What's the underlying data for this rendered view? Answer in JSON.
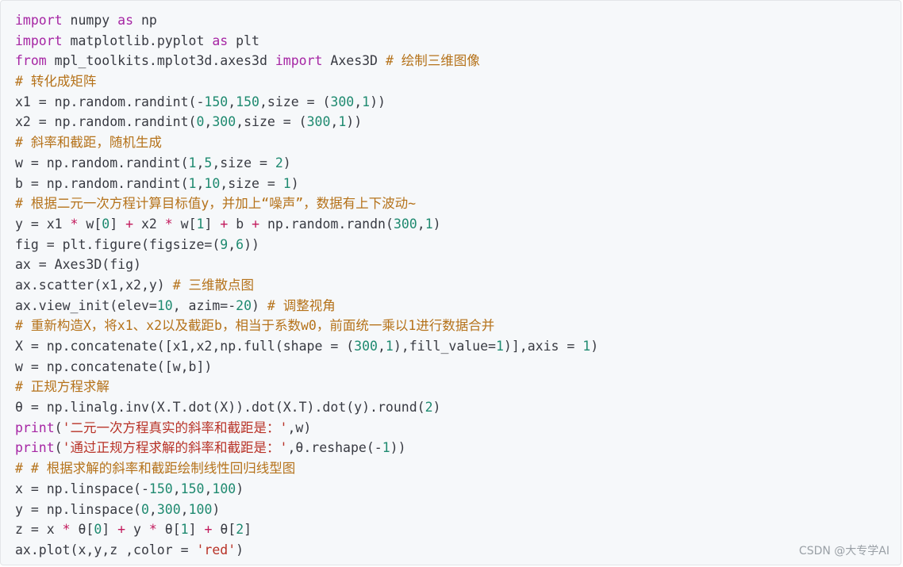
{
  "colors": {
    "background": "#f6f8fa",
    "keyword": "#a626a4",
    "comment": "#b5721a",
    "number": "#1f8a70",
    "string": "#b83227",
    "operator": "#c2185b",
    "plain": "#383a42"
  },
  "code_lines": [
    [
      [
        "k",
        "import"
      ],
      [
        "p",
        " numpy "
      ],
      [
        "k",
        "as"
      ],
      [
        "p",
        " np"
      ]
    ],
    [
      [
        "k",
        "import"
      ],
      [
        "p",
        " matplotlib.pyplot "
      ],
      [
        "k",
        "as"
      ],
      [
        "p",
        " plt"
      ]
    ],
    [
      [
        "k",
        "from"
      ],
      [
        "p",
        " mpl_toolkits.mplot3d.axes3d "
      ],
      [
        "k",
        "import"
      ],
      [
        "p",
        " Axes3D "
      ],
      [
        "c",
        "# 绘制三维图像"
      ]
    ],
    [
      [
        "c",
        "# 转化成矩阵"
      ]
    ],
    [
      [
        "p",
        "x1 = np.random.randint(-"
      ],
      [
        "n",
        "150"
      ],
      [
        "p",
        ","
      ],
      [
        "n",
        "150"
      ],
      [
        "p",
        ",size = ("
      ],
      [
        "n",
        "300"
      ],
      [
        "p",
        ","
      ],
      [
        "n",
        "1"
      ],
      [
        "p",
        "))"
      ]
    ],
    [
      [
        "p",
        "x2 = np.random.randint("
      ],
      [
        "n",
        "0"
      ],
      [
        "p",
        ","
      ],
      [
        "n",
        "300"
      ],
      [
        "p",
        ",size = ("
      ],
      [
        "n",
        "300"
      ],
      [
        "p",
        ","
      ],
      [
        "n",
        "1"
      ],
      [
        "p",
        "))"
      ]
    ],
    [
      [
        "c",
        "# 斜率和截距，随机生成"
      ]
    ],
    [
      [
        "p",
        "w = np.random.randint("
      ],
      [
        "n",
        "1"
      ],
      [
        "p",
        ","
      ],
      [
        "n",
        "5"
      ],
      [
        "p",
        ",size = "
      ],
      [
        "n",
        "2"
      ],
      [
        "p",
        ")"
      ]
    ],
    [
      [
        "p",
        "b = np.random.randint("
      ],
      [
        "n",
        "1"
      ],
      [
        "p",
        ","
      ],
      [
        "n",
        "10"
      ],
      [
        "p",
        ",size = "
      ],
      [
        "n",
        "1"
      ],
      [
        "p",
        ")"
      ]
    ],
    [
      [
        "c",
        "# 根据二元一次方程计算目标值y，并加上“噪声”，数据有上下波动~"
      ]
    ],
    [
      [
        "p",
        "y = x1 "
      ],
      [
        "o",
        "*"
      ],
      [
        "p",
        " w["
      ],
      [
        "n",
        "0"
      ],
      [
        "p",
        "] "
      ],
      [
        "o",
        "+"
      ],
      [
        "p",
        " x2 "
      ],
      [
        "o",
        "*"
      ],
      [
        "p",
        " w["
      ],
      [
        "n",
        "1"
      ],
      [
        "p",
        "] "
      ],
      [
        "o",
        "+"
      ],
      [
        "p",
        " b "
      ],
      [
        "o",
        "+"
      ],
      [
        "p",
        " np.random.randn("
      ],
      [
        "n",
        "300"
      ],
      [
        "p",
        ","
      ],
      [
        "n",
        "1"
      ],
      [
        "p",
        ")"
      ]
    ],
    [
      [
        "p",
        "fig = plt.figure(figsize=("
      ],
      [
        "n",
        "9"
      ],
      [
        "p",
        ","
      ],
      [
        "n",
        "6"
      ],
      [
        "p",
        "))"
      ]
    ],
    [
      [
        "p",
        "ax = Axes3D(fig)"
      ]
    ],
    [
      [
        "p",
        "ax.scatter(x1,x2,y) "
      ],
      [
        "c",
        "# 三维散点图"
      ]
    ],
    [
      [
        "p",
        "ax.view_init(elev="
      ],
      [
        "n",
        "10"
      ],
      [
        "p",
        ", azim=-"
      ],
      [
        "n",
        "20"
      ],
      [
        "p",
        ") "
      ],
      [
        "c",
        "# 调整视角"
      ]
    ],
    [
      [
        "c",
        "# 重新构造X，将x1、x2以及截距b，相当于系数w0，前面统一乘以1进行数据合并"
      ]
    ],
    [
      [
        "p",
        "X = np.concatenate([x1,x2,np.full(shape = ("
      ],
      [
        "n",
        "300"
      ],
      [
        "p",
        ","
      ],
      [
        "n",
        "1"
      ],
      [
        "p",
        "),fill_value="
      ],
      [
        "n",
        "1"
      ],
      [
        "p",
        ")],axis = "
      ],
      [
        "n",
        "1"
      ],
      [
        "p",
        ")"
      ]
    ],
    [
      [
        "p",
        "w = np.concatenate([w,b])"
      ]
    ],
    [
      [
        "c",
        "# 正规方程求解"
      ]
    ],
    [
      [
        "p",
        "θ = np.linalg.inv(X.T.dot(X)).dot(X.T).dot(y).round("
      ],
      [
        "n",
        "2"
      ],
      [
        "p",
        ")"
      ]
    ],
    [
      [
        "k",
        "print"
      ],
      [
        "p",
        "("
      ],
      [
        "s",
        "'二元一次方程真实的斜率和截距是：'"
      ],
      [
        "p",
        ",w)"
      ]
    ],
    [
      [
        "k",
        "print"
      ],
      [
        "p",
        "("
      ],
      [
        "s",
        "'通过正规方程求解的斜率和截距是：'"
      ],
      [
        "p",
        ",θ.reshape(-"
      ],
      [
        "n",
        "1"
      ],
      [
        "p",
        "))"
      ]
    ],
    [
      [
        "c",
        "# # 根据求解的斜率和截距绘制线性回归线型图"
      ]
    ],
    [
      [
        "p",
        "x = np.linspace(-"
      ],
      [
        "n",
        "150"
      ],
      [
        "p",
        ","
      ],
      [
        "n",
        "150"
      ],
      [
        "p",
        ","
      ],
      [
        "n",
        "100"
      ],
      [
        "p",
        ")"
      ]
    ],
    [
      [
        "p",
        "y = np.linspace("
      ],
      [
        "n",
        "0"
      ],
      [
        "p",
        ","
      ],
      [
        "n",
        "300"
      ],
      [
        "p",
        ","
      ],
      [
        "n",
        "100"
      ],
      [
        "p",
        ")"
      ]
    ],
    [
      [
        "p",
        "z = x "
      ],
      [
        "o",
        "*"
      ],
      [
        "p",
        " θ["
      ],
      [
        "n",
        "0"
      ],
      [
        "p",
        "] "
      ],
      [
        "o",
        "+"
      ],
      [
        "p",
        " y "
      ],
      [
        "o",
        "*"
      ],
      [
        "p",
        " θ["
      ],
      [
        "n",
        "1"
      ],
      [
        "p",
        "] "
      ],
      [
        "o",
        "+"
      ],
      [
        "p",
        " θ["
      ],
      [
        "n",
        "2"
      ],
      [
        "p",
        "]"
      ]
    ],
    [
      [
        "p",
        "ax.plot(x,y,z ,color = "
      ],
      [
        "s",
        "'red'"
      ],
      [
        "p",
        ")"
      ]
    ]
  ],
  "watermark": "CSDN @大专学AI"
}
